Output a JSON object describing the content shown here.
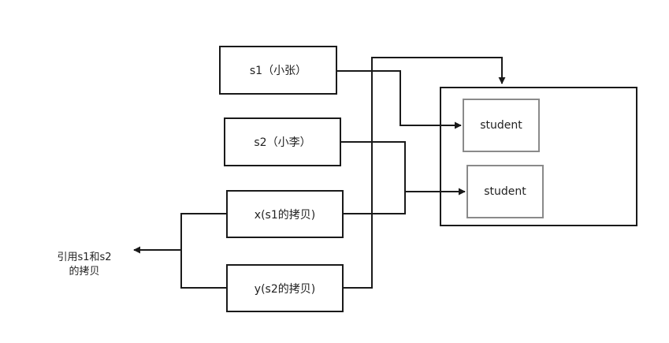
{
  "nodes": {
    "s1": "s1（小张）",
    "s2": "s2（小李）",
    "x": "x(s1的拷贝)",
    "y": "y(s2的拷贝)"
  },
  "objects": {
    "first": "student",
    "second": "student"
  },
  "note": {
    "line1": "引用s1和s2",
    "line2": "的拷贝"
  },
  "colors": {
    "line": "#1a1a1a",
    "inner_border": "#8a8a8a"
  }
}
